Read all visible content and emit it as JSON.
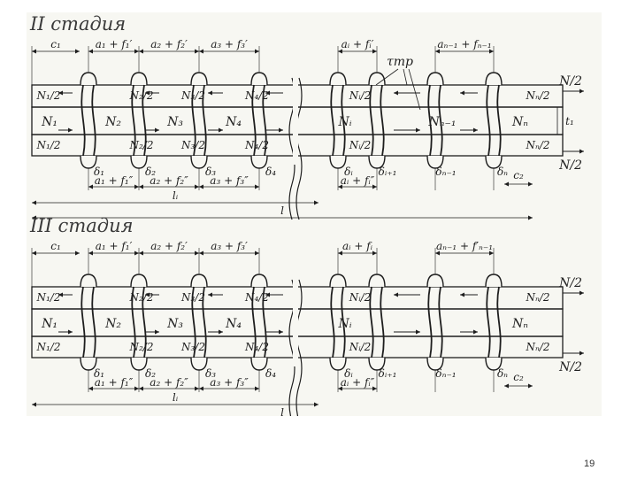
{
  "slide_number": "19",
  "stage2": {
    "title": "II стадия",
    "top_dims": [
      "c₁",
      "a₁ + f₁′",
      "a₂ + f₂′",
      "a₃ + f₃′",
      "aᵢ + fᵢ′",
      "aₙ₋₁ + fₙ₋₁"
    ],
    "friction_label": "τтр",
    "upper_forces": [
      "N₁/2",
      "N₂/2",
      "N₃/2",
      "N₄/2",
      "Nᵢ/2",
      "Nₙ/2"
    ],
    "main_forces": [
      "N₁",
      "N₂",
      "N₃",
      "N₄",
      "Nᵢ",
      "Nₙ₋₁",
      "Nₙ"
    ],
    "lower_forces": [
      "N₁/2",
      "N₂/2",
      "N₃/2",
      "N₄/2",
      "Nᵢ/2",
      "Nₙ/2"
    ],
    "gaps": [
      "δ₁",
      "δ₂",
      "δ₃",
      "δ₄",
      "δᵢ",
      "δᵢ₊₁",
      "δₙ₋₁",
      "δₙ"
    ],
    "c2": "c₂",
    "bottom_dims": [
      "a₁ + f₁″",
      "a₂ + f₂″",
      "a₃ + f₃″",
      "aᵢ + fᵢ″"
    ],
    "thickness": "t₁",
    "right_force_top": "N/2",
    "right_force_bottom": "N/2",
    "li": "lᵢ",
    "l": "l"
  },
  "stage3": {
    "title": "III стадия",
    "top_dims": [
      "c₁",
      "a₁ + f₁′",
      "a₂ + f₂′",
      "a₃ + f₃′",
      "aᵢ + fᵢ",
      "aₙ₋₁ + f′ₙ₋₁"
    ],
    "upper_forces": [
      "N₁/2",
      "N₂/2",
      "N₃/2",
      "N₄/2",
      "Nᵢ/2",
      "Nₙ/2"
    ],
    "main_forces": [
      "N₁",
      "N₂",
      "N₃",
      "N₄",
      "Nᵢ",
      "Nₙ"
    ],
    "lower_forces": [
      "N₁/2",
      "N₂/2",
      "N₃/2",
      "N₄/2",
      "Nᵢ/2",
      "Nₙ/2"
    ],
    "gaps": [
      "δ₁",
      "δ₂",
      "δ₃",
      "δ₄",
      "δᵢ",
      "δᵢ₊₁",
      "δₙ₋₁",
      "δₙ"
    ],
    "c2": "c₂",
    "bottom_dims": [
      "a₁ + f₁″",
      "a₂ + f₂″",
      "a₃ + f₃″",
      "aᵢ + fᵢ″"
    ],
    "right_force_top": "N/2",
    "right_force_bottom": "N/2",
    "li": "lᵢ",
    "l": "l"
  }
}
